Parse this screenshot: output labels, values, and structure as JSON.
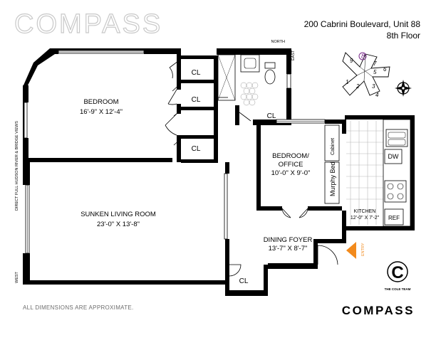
{
  "brand": {
    "top_logo": "COMPASS",
    "bottom_logo": "COMPASS",
    "team_name": "THE COLE TEAM",
    "team_monogram": "C"
  },
  "address": {
    "line1": "200 Cabrini Boulevard, Unit 88",
    "line2": "8th Floor"
  },
  "disclaimer": "ALL DIMENSIONS ARE APPROXIMATE.",
  "compass_directions": {
    "north": "NORTH",
    "east": "EAST",
    "west": "WEST",
    "side_note": "DIRECT FULL HUDSON RIVER & BRIDGE VIEWS"
  },
  "rooms": {
    "bedroom": {
      "name": "BEDROOM",
      "dims": "16'-9\" X 12'-4\""
    },
    "living": {
      "name": "SUNKEN LIVING ROOM",
      "dims": "23'-0\" X 13'-8\""
    },
    "office": {
      "name1": "BEDROOM/",
      "name2": "OFFICE",
      "dims": "10'-0\" X 9'-0\""
    },
    "foyer": {
      "name": "DINING FOYER",
      "dims": "13'-7\" X 8'-7\""
    },
    "kitchen": {
      "name": "KITCHEN",
      "dims": "12'-0\" X 7'-2\""
    }
  },
  "fixtures": {
    "closet": "CL",
    "murphy_bed": "Murphy Bed",
    "cabinet": "Cabinet",
    "dishwasher": "DW",
    "refrigerator": "REF",
    "entry": "ENTRY"
  },
  "key_plan": {
    "units": [
      "1",
      "2",
      "3",
      "4",
      "5",
      "6",
      "7",
      "8",
      "9"
    ],
    "highlighted": "8",
    "highlight_color": "#7a2a8c"
  },
  "colors": {
    "entry_arrow": "#f28a1c"
  }
}
